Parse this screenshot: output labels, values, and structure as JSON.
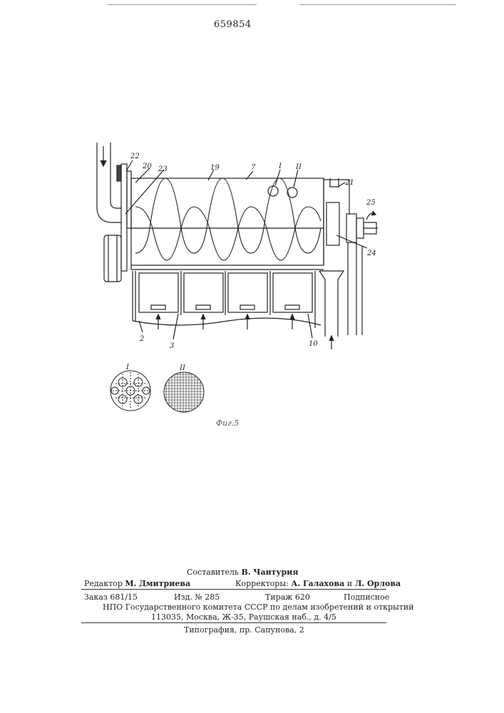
{
  "page_number": "659854",
  "figure_caption": "Фиг.5",
  "labels": {
    "l22": "22",
    "l20": "20",
    "l23": "23",
    "l19": "19",
    "l7": "7",
    "lI": "I",
    "lII": "II",
    "l21": "21",
    "l25": "25",
    "l24": "24",
    "l2": "2",
    "l3": "3",
    "l10": "10",
    "detail_I": "I",
    "detail_II": "II"
  },
  "footer": {
    "compiler_label": "Составитель",
    "compiler_name": "В. Чантурия",
    "editor_label": "Редактор",
    "editor_name": "М. Дмитриева",
    "correctors_label": "Корректоры:",
    "corrector_1": "А. Галахова",
    "and": "и",
    "corrector_2": "Л. Орлова",
    "order_label": "Заказ",
    "order_no": "681/15",
    "edition_label": "Изд.",
    "edition_no": "№ 285",
    "print_run_label": "Тираж",
    "print_run": "620",
    "subscription": "Подписное",
    "publisher_line": "НПО Государственного комитета СССР по делам изобретений и открытий",
    "address_line": "113035, Москва, Ж-35, Раушская наб., д. 4/5",
    "printer_line": "Типография, пр. Сапунова, 2"
  }
}
